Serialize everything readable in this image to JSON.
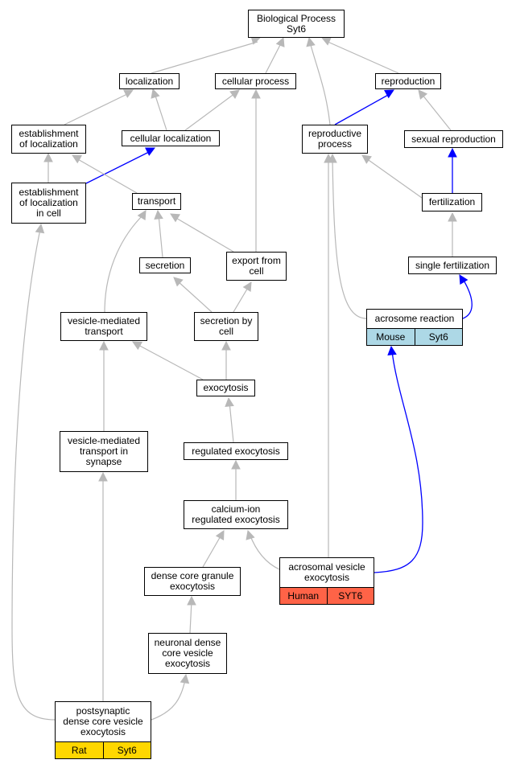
{
  "colors": {
    "edge_default": "#b8b8b8",
    "edge_highlight": "#0000ff",
    "tag_mouse": "#add8e6",
    "tag_human": "#ff6347",
    "tag_rat": "#ffd700"
  },
  "nodes": {
    "bio": {
      "label": "Biological Process\nSyt6"
    },
    "loc": {
      "label": "localization"
    },
    "cellproc": {
      "label": "cellular process"
    },
    "repro": {
      "label": "reproduction"
    },
    "estloc": {
      "label": "establishment\nof localization"
    },
    "cellloc": {
      "label": "cellular localization"
    },
    "reprocess": {
      "label": "reproductive\nprocess"
    },
    "sexrep": {
      "label": "sexual reproduction"
    },
    "estloccell": {
      "label": "establishment\nof localization\nin cell"
    },
    "transport": {
      "label": "transport"
    },
    "fert": {
      "label": "fertilization"
    },
    "secretion": {
      "label": "secretion"
    },
    "export": {
      "label": "export from\ncell"
    },
    "singlefert": {
      "label": "single fertilization"
    },
    "vesmed": {
      "label": "vesicle-mediated\ntransport"
    },
    "secbycell": {
      "label": "secretion by\ncell"
    },
    "acrosome": {
      "label": "acrosome reaction",
      "tags": [
        "Mouse",
        "Syt6"
      ]
    },
    "exocytosis": {
      "label": "exocytosis"
    },
    "vesmedsyn": {
      "label": "vesicle-mediated\ntransport in\nsynapse"
    },
    "regexo": {
      "label": "regulated exocytosis"
    },
    "caexo": {
      "label": "calcium-ion\nregulated exocytosis"
    },
    "dcg": {
      "label": "dense core granule\nexocytosis"
    },
    "acrves": {
      "label": "acrosomal vesicle\nexocytosis",
      "tags": [
        "Human",
        "SYT6"
      ]
    },
    "ndcv": {
      "label": "neuronal dense\ncore vesicle\nexocytosis"
    },
    "postsyn": {
      "label": "postsynaptic\ndense core vesicle\nexocytosis",
      "tags": [
        "Rat",
        "Syt6"
      ]
    }
  }
}
